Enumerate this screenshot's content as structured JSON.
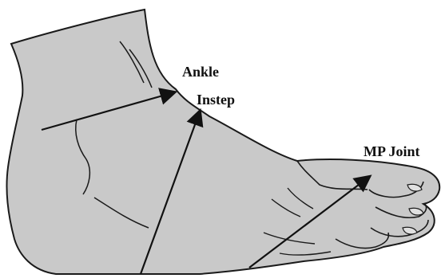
{
  "labels": {
    "ankle": "Ankle",
    "instep": "Instep",
    "mp_joint": "MP Joint"
  },
  "colors": {
    "skin": "#c9c9c9",
    "outline": "#1a1a1a",
    "arrow": "#111111",
    "background": "#ffffff"
  }
}
